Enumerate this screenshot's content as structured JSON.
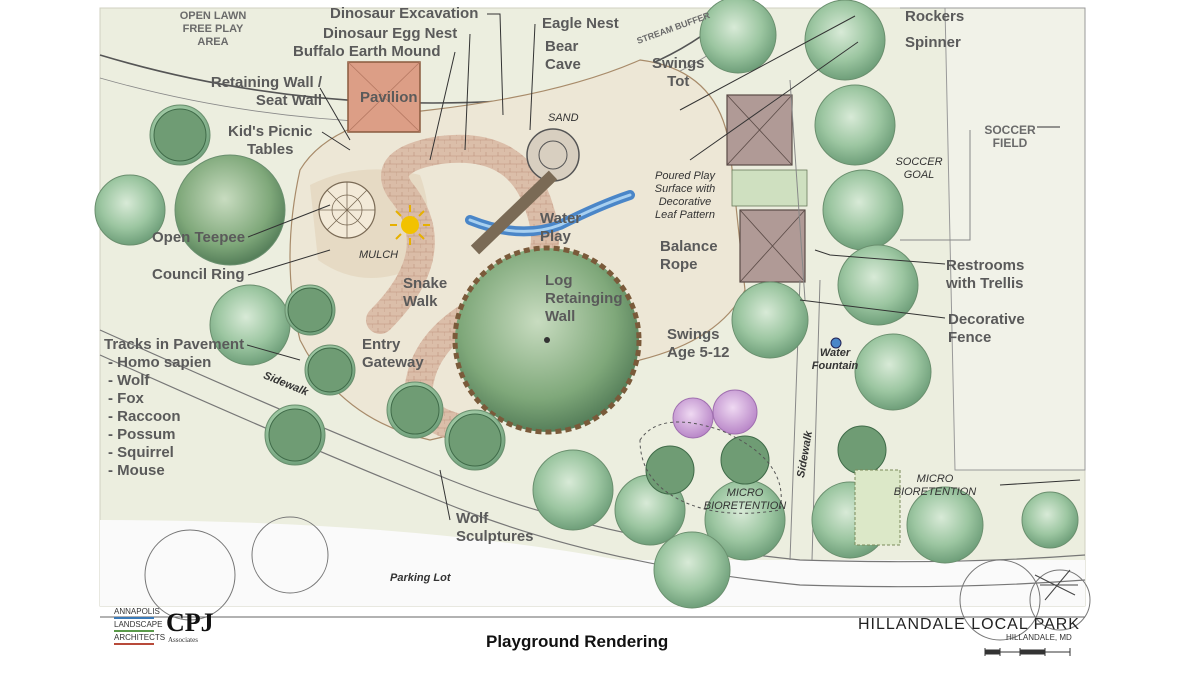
{
  "labels": {
    "open_lawn": [
      "OPEN LAWN",
      "FREE PLAY",
      "AREA"
    ],
    "dino_excavation": "Dinosaur Excavation",
    "dino_egg_nest": "Dinosaur Egg Nest",
    "buffalo_mound": "Buffalo Earth Mound",
    "eagle_nest": "Eagle Nest",
    "bear_cave": [
      "Bear",
      "Cave"
    ],
    "stream_buffer": "STREAM BUFFER",
    "swings_tot": [
      "Swings",
      "Tot"
    ],
    "rockers": "Rockers",
    "spinner": "Spinner",
    "retaining_wall": [
      "Retaining Wall /",
      "Seat Wall"
    ],
    "pavilion": "Pavilion",
    "kids_picnic": [
      "Kid's Picnic",
      "Tables"
    ],
    "sand": "SAND",
    "poured_play": [
      "Poured Play",
      "Surface with",
      "Decorative",
      "Leaf Pattern"
    ],
    "soccer_field": [
      "SOCCER",
      "FIELD"
    ],
    "soccer_goal": [
      "SOCCER",
      "GOAL"
    ],
    "water_play": [
      "Water",
      "Play"
    ],
    "open_teepee": "Open Teepee",
    "council_ring": "Council Ring",
    "mulch": "MULCH",
    "balance_rope": [
      "Balance",
      "Rope"
    ],
    "restrooms": [
      "Restrooms",
      "with Trellis"
    ],
    "snake_walk": [
      "Snake",
      "Walk"
    ],
    "log_wall": [
      "Log",
      "Retainging",
      "Wall"
    ],
    "decorative_fence": [
      "Decorative",
      "Fence"
    ],
    "tracks": [
      "Tracks in Pavement",
      "- Homo sapien",
      "- Wolf",
      "- Fox",
      "- Raccoon",
      "- Possum",
      "- Squirrel",
      "- Mouse"
    ],
    "entry_gateway": [
      "Entry",
      "Gateway"
    ],
    "swings_age": [
      "Swings",
      "Age 5-12"
    ],
    "water_fountain": [
      "Water",
      "Fountain"
    ],
    "sidewalk_left": "Sidewalk",
    "sidewalk_right": "Sidewalk",
    "micro_bio_1": [
      "MICRO",
      "BIORETENTION"
    ],
    "micro_bio_2": [
      "MICRO",
      "BIORETENTION"
    ],
    "wolf_sculptures": [
      "Wolf",
      "Sculptures"
    ],
    "parking_lot": "Parking Lot"
  },
  "titleblock": {
    "firm1": [
      "ANNAPOLIS",
      "LANDSCAPE",
      "ARCHITECTS"
    ],
    "firm2_logo": "CPJ",
    "firm2_sub": "Associates",
    "drawing_title": "Playground Rendering",
    "project_name": "HILLANDALE  LOCAL  PARK",
    "project_location": "HILLANDALE, MD"
  },
  "colors": {
    "tree_green": "#8fbf96",
    "lawn": "#e8ead8",
    "brown": "#b5835a",
    "purple": "#c9a0d6",
    "water": "#4a86c8"
  }
}
